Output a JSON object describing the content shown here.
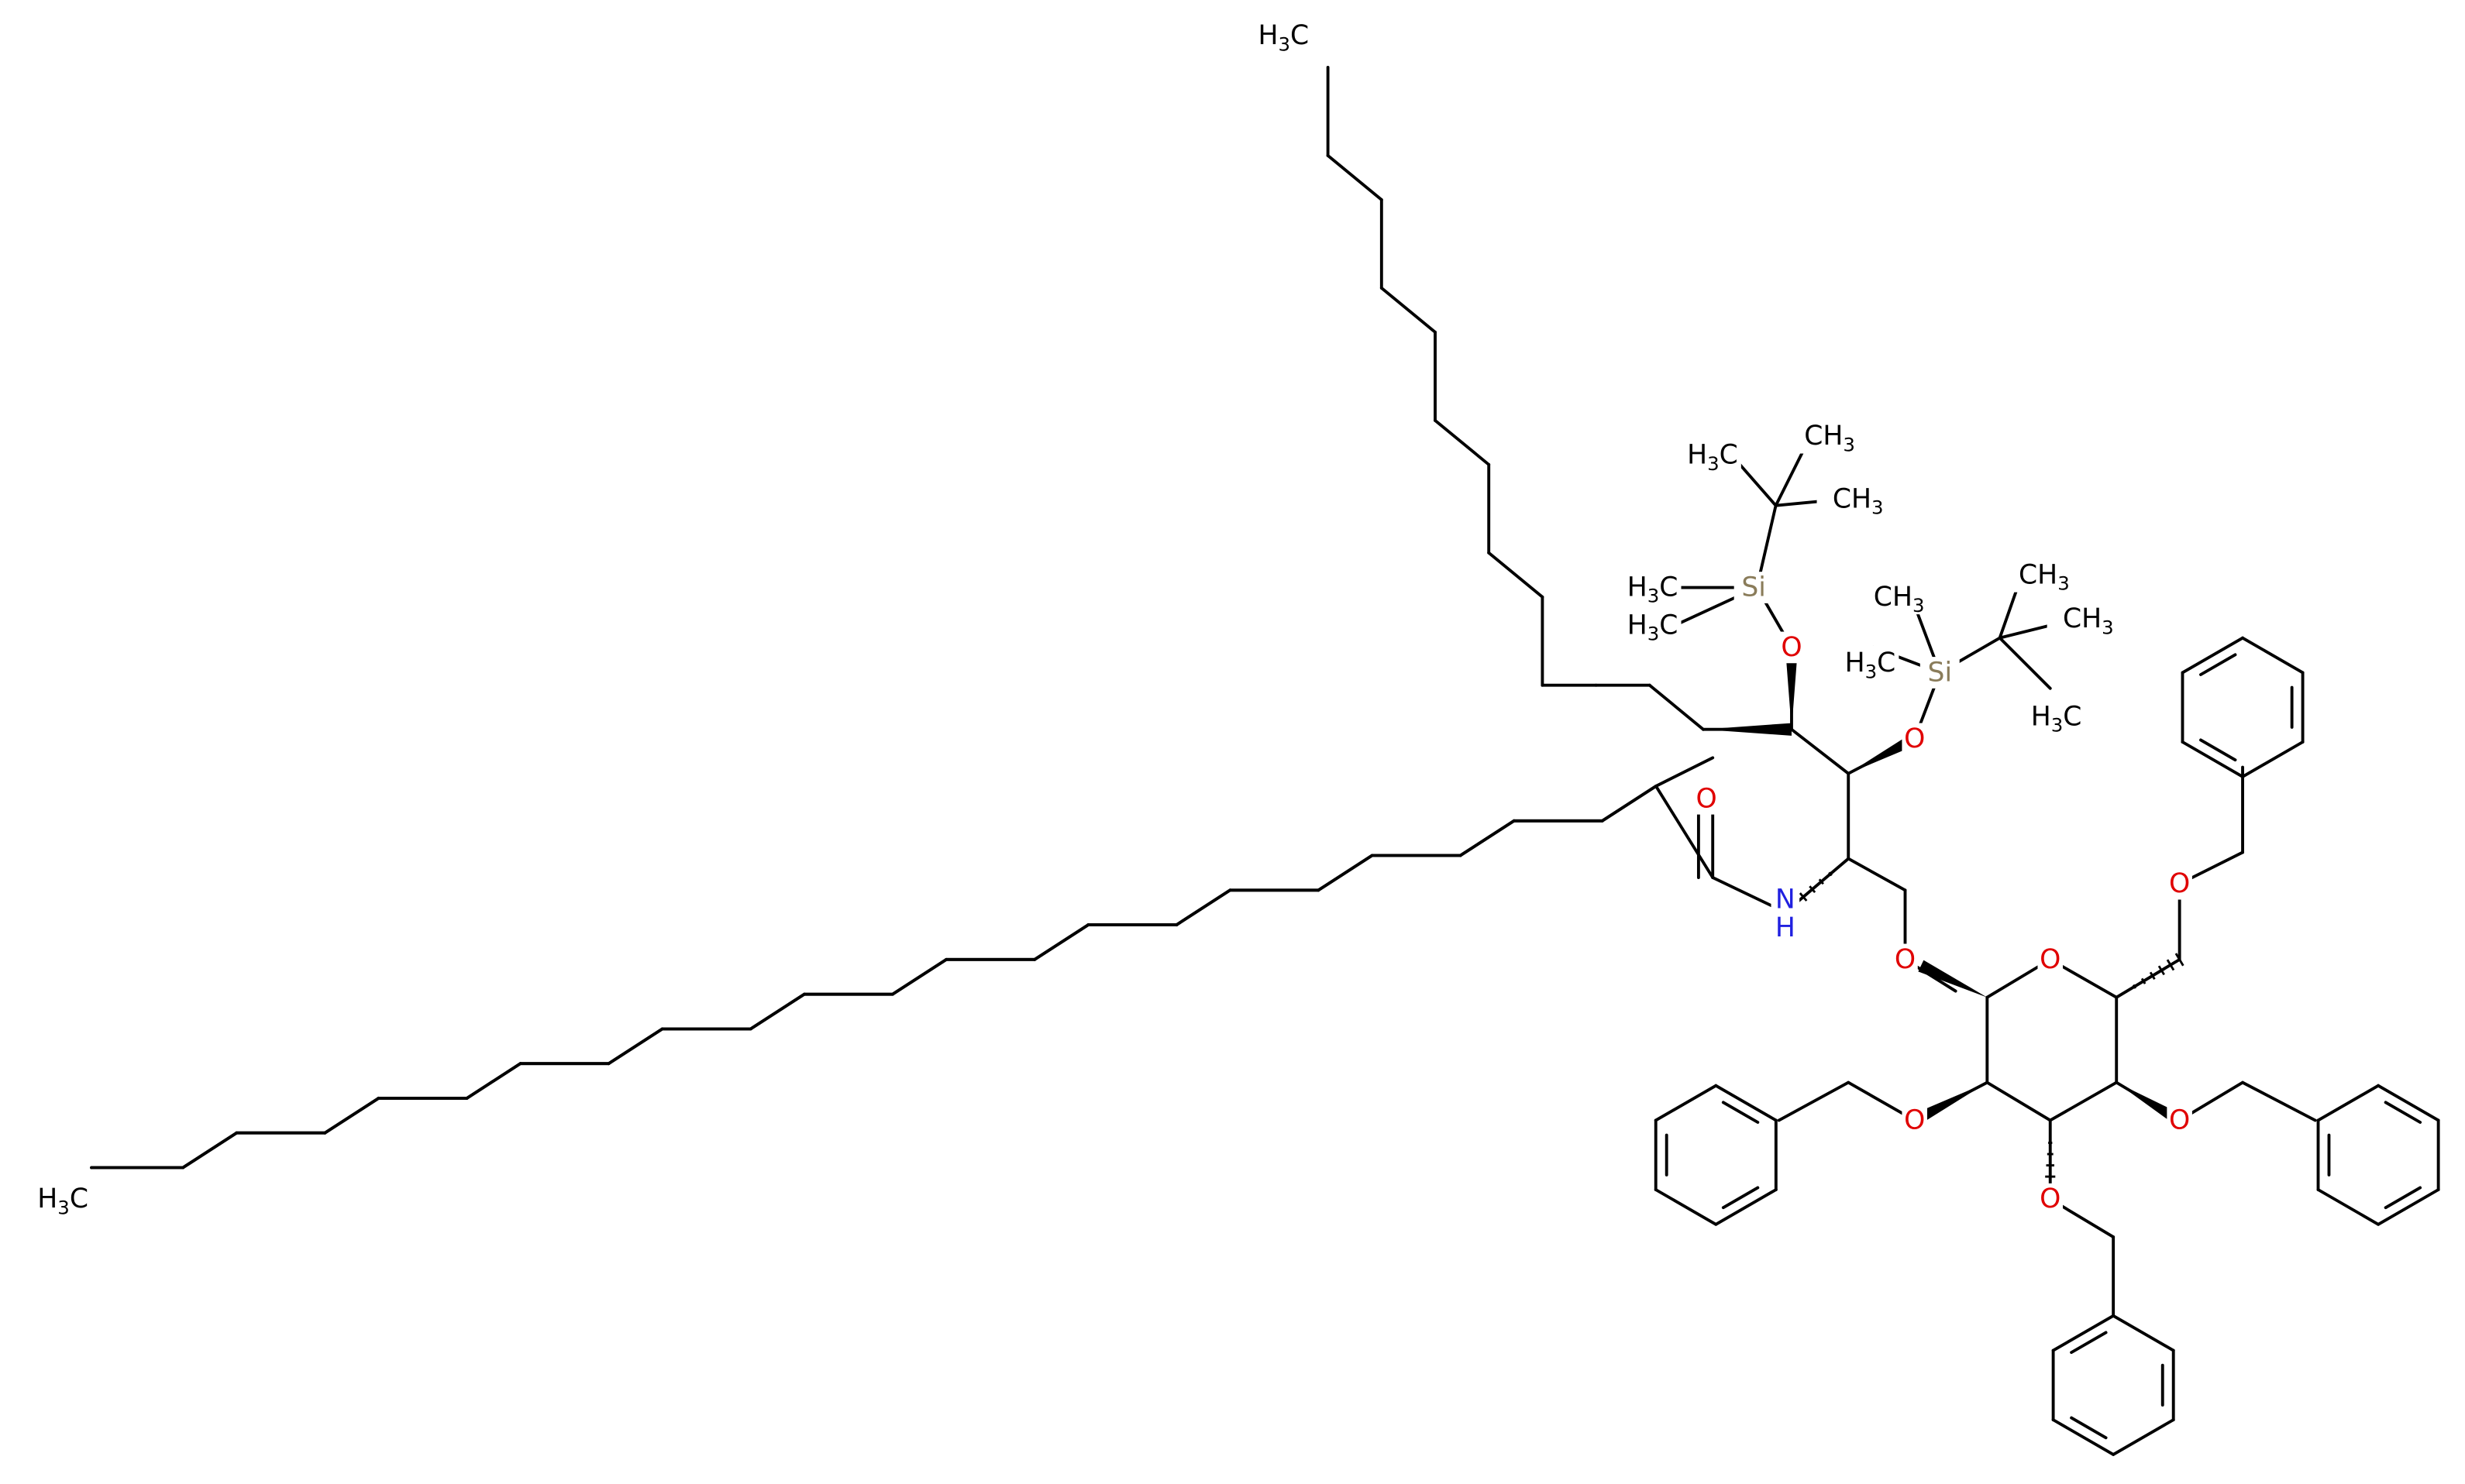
{
  "structure": {
    "colors": {
      "bond": "#000000",
      "carbon_label": "#000000",
      "oxygen": "#e00000",
      "nitrogen": "#2020e0",
      "silicon": "#8a7c5a",
      "background": "#ffffff"
    },
    "labels": {
      "methyl": "H",
      "methyl_sub": "3",
      "methyl_c": "C",
      "methyl_right": "CH",
      "methyl_right_sub": "3",
      "oxygen": "O",
      "nitrogen": "N",
      "nitrogen_h": "H",
      "silicon": "Si"
    },
    "rings": {
      "benzene_count": 4,
      "pyranose_count": 1
    }
  }
}
